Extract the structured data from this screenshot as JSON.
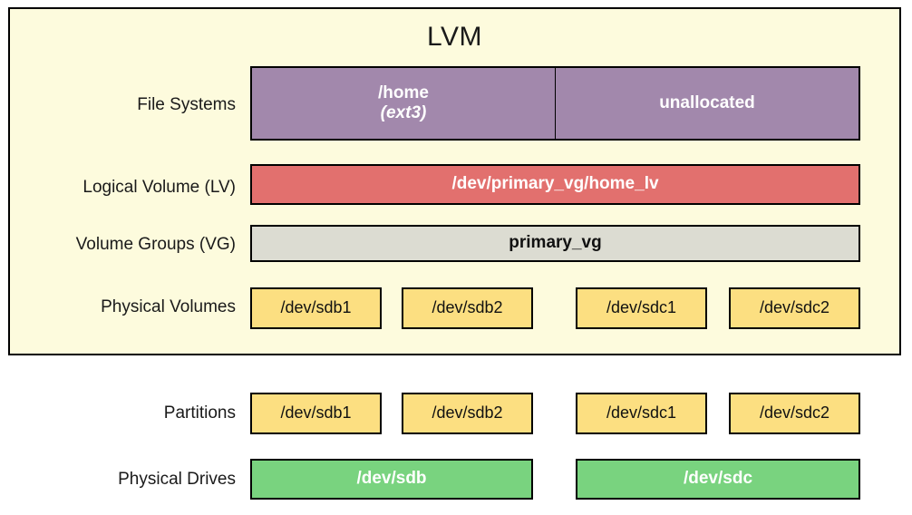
{
  "diagram": {
    "title": "LVM",
    "background_color": "#ffffff",
    "lvm_panel_color": "#fdfbdd",
    "colors": {
      "filesystem": "#a288ac",
      "logical_volume": "#e2706e",
      "volume_group": "#dcdcd2",
      "physical_volume": "#fcdf81",
      "partition": "#fcdf81",
      "physical_drive": "#79d37f",
      "border": "#000000",
      "text_dark": "#111111",
      "text_light": "#ffffff"
    }
  },
  "rows": {
    "file_systems": {
      "label": "File Systems",
      "segments": [
        {
          "name": "/home",
          "fstype": "(ext3)"
        },
        {
          "name": "unallocated",
          "fstype": ""
        }
      ]
    },
    "logical_volume": {
      "label": "Logical Volume (LV)",
      "value": "/dev/primary_vg/home_lv"
    },
    "volume_group": {
      "label": "Volume Groups (VG)",
      "value": "primary_vg"
    },
    "physical_volumes": {
      "label": "Physical Volumes",
      "items": [
        {
          "name": "/dev/sdb1"
        },
        {
          "name": "/dev/sdb2"
        },
        {
          "name": "/dev/sdc1"
        },
        {
          "name": "/dev/sdc2"
        }
      ]
    },
    "partitions": {
      "label": "Partitions",
      "items": [
        {
          "name": "/dev/sdb1"
        },
        {
          "name": "/dev/sdb2"
        },
        {
          "name": "/dev/sdc1"
        },
        {
          "name": "/dev/sdc2"
        }
      ]
    },
    "physical_drives": {
      "label": "Physical Drives",
      "items": [
        {
          "name": "/dev/sdb"
        },
        {
          "name": "/dev/sdc"
        }
      ]
    }
  }
}
